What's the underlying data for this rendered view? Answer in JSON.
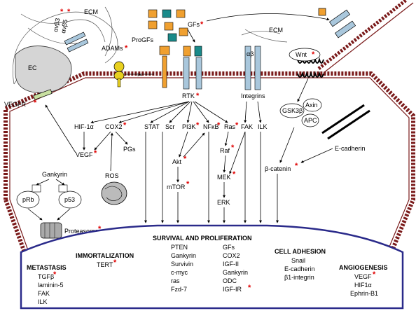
{
  "extracellular": {
    "ecm_left": "ECM",
    "ecm_right": "ECM",
    "ec": "EC",
    "vegfr": "VEGFR",
    "avb3": "αvβ3",
    "avb5": "αvβ5",
    "adams": "ADAMs",
    "progfs": "ProGFs",
    "gfs": "GFs",
    "ab": "αβ"
  },
  "membrane": {
    "rtk": "RTK",
    "integrins": "Integrins",
    "wnt": "Wnt",
    "gsk3b": "GSK3β",
    "axin": "Axin",
    "apc": "APC",
    "ecadherin": "E-cadherin",
    "bcatenin": "β-catenin"
  },
  "pathways": {
    "hif1a": "HIF-1α",
    "cox2": "COX2",
    "stat": "STAT",
    "scr": "Scr",
    "pi3k": "PI3K",
    "nfkb": "NFκB",
    "ras": "Ras",
    "fak": "FAK",
    "ilk": "ILK",
    "vegf": "VEGF",
    "pgs": "PGs",
    "ros": "ROS",
    "akt": "Akt",
    "mtor": "mTOR",
    "raf": "Raf",
    "mek": "MEK",
    "erk": "ERK",
    "gankyrin": "Gankyrin",
    "prb": "pRb",
    "p53": "p53",
    "proteasome": "Proteasome"
  },
  "nucleus": {
    "survival_title": "SURVIVAL AND PROLIFERATION",
    "survival_col1": [
      "PTEN",
      "Gankyrin",
      "Survivin",
      "c-myc",
      "ras",
      "Fzd-7"
    ],
    "survival_col2": [
      "GFs",
      "COX2",
      "IGF-II",
      "Gankyrin",
      "ODC",
      "IGF-IR"
    ],
    "immortal_title": "IMMORTALIZATION",
    "immortal_items": [
      "TERT"
    ],
    "metastasis_title": "METASTASIS",
    "metastasis_items": [
      "TGFβ",
      "laminin-5",
      "FAK",
      "ILK"
    ],
    "adhesion_title": "CELL ADHESION",
    "adhesion_items": [
      "Snail",
      "E-cadherin",
      "β1-integrin"
    ],
    "angio_title": "ANGIOGENESIS",
    "angio_items": [
      "VEGF",
      "HIF1α",
      "Ephrin-B1"
    ]
  },
  "colors": {
    "membrane": "#7a1a1a",
    "nucleus_border": "#2a2a8a",
    "star": "#e00000",
    "receptor_blue": "#a9c7dc",
    "gf_orange": "#f0a030",
    "gf_teal": "#1a8a8a",
    "adams_yellow": "#e8d020"
  }
}
